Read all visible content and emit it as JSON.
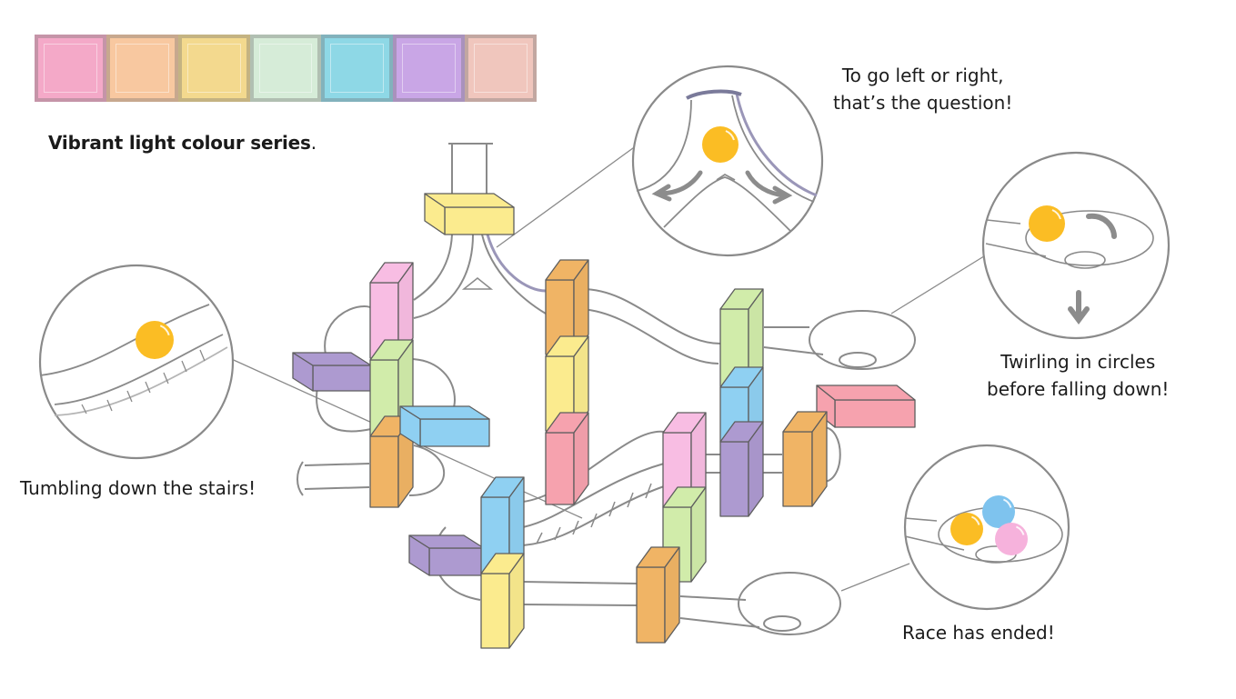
{
  "header": {
    "series_title": "Vibrant light colour series",
    "series_title_suffix": "."
  },
  "swatches": [
    {
      "name": "pink",
      "color": "#f4a9c8"
    },
    {
      "name": "peach",
      "color": "#f8c8a0"
    },
    {
      "name": "yellow",
      "color": "#f3d98e"
    },
    {
      "name": "mint",
      "color": "#d6ecd8"
    },
    {
      "name": "aqua",
      "color": "#8ed8e6"
    },
    {
      "name": "lavender",
      "color": "#c9a6e6"
    },
    {
      "name": "blush",
      "color": "#f0c6bd"
    }
  ],
  "captions": {
    "split": "To go left or right,\nthat’s the question!",
    "twirl": "Twirling in circles\nbefore falling down!",
    "stairs": "Tumbling down the stairs!",
    "end": "Race has ended!"
  },
  "block_colors": {
    "yellow": "#fbeb8e",
    "pink": "#f8bde3",
    "purple": "#ad9ad0",
    "green": "#d1ecaa",
    "blue": "#8fd0f2",
    "orange": "#f0b465",
    "red": "#f6a2ae"
  },
  "ball_colors": {
    "yellow": "#fbbd24",
    "blue": "#7ec3ee",
    "pink": "#f6b2dc"
  },
  "line_color": "#8a8a8a"
}
